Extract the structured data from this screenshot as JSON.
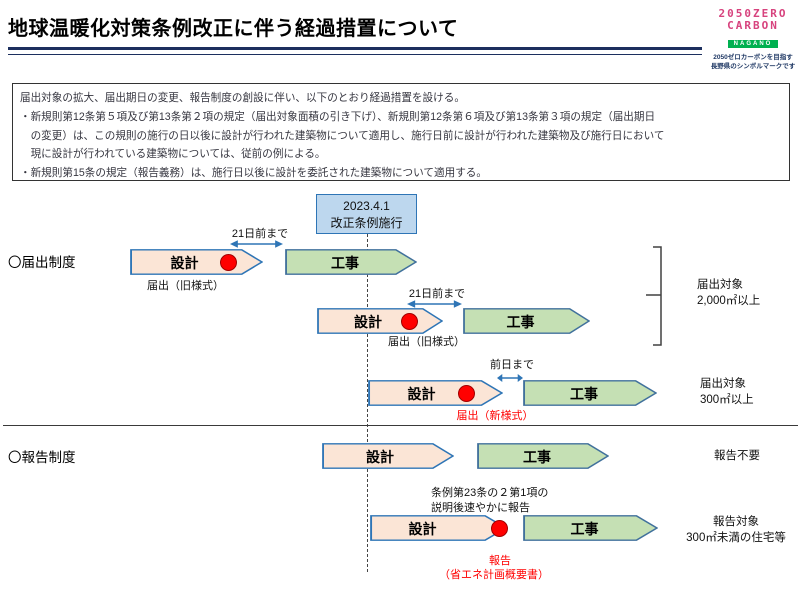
{
  "header": {
    "title": "地球温暖化対策条例改正に伴う経過措置について",
    "logo": {
      "line1": "2050ZERO",
      "line2": "CARBON",
      "badge": "NAGANO",
      "caption_line1": "2050ゼロカーボンを目指す",
      "caption_line2": "長野県のシンボルマークです"
    }
  },
  "info_box": {
    "lines": [
      "届出対象の拡大、届出期日の変更、報告制度の創設に伴い、以下のとおり経過措置を設ける。",
      "・新規則第12条第５項及び第13条第２項の規定（届出対象面積の引き下げ）、新規則第12条第６項及び第13条第３項の規定（届出期日",
      "　の変更）は、この規則の施行の日以後に設計が行われた建築物について適用し、施行日前に設計が行われた建築物及び施行日において",
      "　現に設計が行われている建築物については、従前の例による。",
      "・新規則第15条の規定（報告義務）は、施行日以後に設計を委託された建築物について適用する。"
    ]
  },
  "milestone": {
    "date": "2023.4.1",
    "label": "改正条例施行"
  },
  "sections": {
    "notification": "〇届出制度",
    "report": "〇報告制度"
  },
  "rows": [
    {
      "design": "設計",
      "construction": "工事",
      "deadline": "21日前まで",
      "sublabel": "届出（旧様式）"
    },
    {
      "design": "設計",
      "construction": "工事",
      "deadline": "21日前まで",
      "sublabel": "届出（旧様式）",
      "target_line1": "届出対象",
      "target_line2": "2,000㎡以上"
    },
    {
      "design": "設計",
      "construction": "工事",
      "deadline": "前日まで",
      "sublabel": "届出（新様式）",
      "target_line1": "届出対象",
      "target_line2": "300㎡以上"
    },
    {
      "design": "設計",
      "construction": "工事",
      "target_line1": "報告不要",
      "note_line1": "条例第23条の２第1項の",
      "note_line2": "説明後速やかに報告"
    },
    {
      "design": "設計",
      "construction": "工事",
      "report_label_line1": "報告",
      "report_label_line2": "（省エネ計画概要書）",
      "target_line1": "報告対象",
      "target_line2": "300㎡未満の住宅等"
    }
  ],
  "colors": {
    "design_fill": "#fbe5d6",
    "design_border": "#2e75b6",
    "construction_fill": "#c5e0b4",
    "construction_border": "#41719c",
    "milestone_fill": "#bdd7ee",
    "accent_blue": "#2e75b6",
    "marker_red": "#ff0000",
    "rule_navy": "#1c2f5e"
  }
}
